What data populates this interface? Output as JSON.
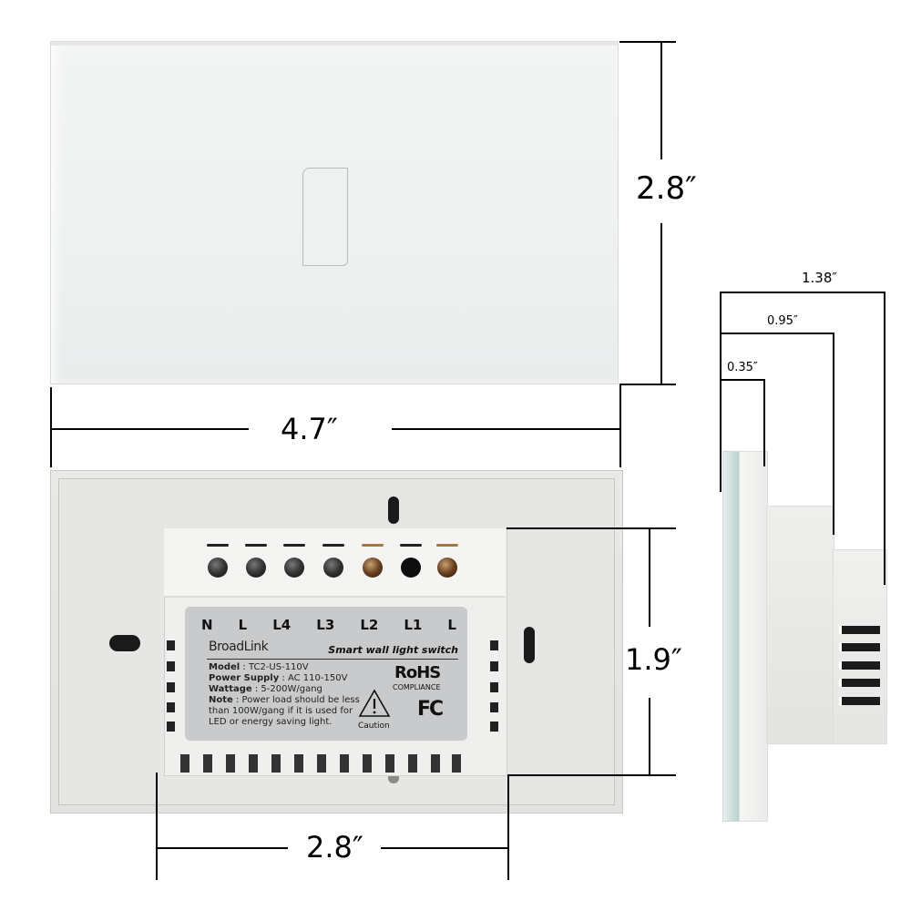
{
  "front_view": {
    "width_label": "4.7″",
    "height_label": "2.8″",
    "touch_keys": 1
  },
  "back_view": {
    "terminal_height_label": "1.9″",
    "terminal_width_label": "2.8″",
    "terminals": [
      "N",
      "L",
      "L4",
      "L3",
      "L2",
      "L1",
      "L"
    ],
    "label": {
      "brand": "BroadLink",
      "product": "Smart wall light switch",
      "model_key": "Model",
      "model_value": ": TC2-US-110V",
      "power_key": "Power Supply",
      "power_value": ": AC 110-150V",
      "wattage_key": "Wattage",
      "wattage_value": ": 5-200W/gang",
      "note_key": "Note",
      "note_line1": ": Power load should be less",
      "note_line2": "than 100W/gang if it is used for",
      "note_line3": "LED or energy saving light.",
      "rohs": "RoHS",
      "compliance": "COMPLIANCE",
      "fc": "FC",
      "caution": "Caution"
    }
  },
  "side_view": {
    "depth_total": "1.38″",
    "depth_mid": "0.95″",
    "depth_glass": "0.35″"
  },
  "colors": {
    "background": "#ffffff",
    "dimension_lines": "#000000",
    "label_plate": "#c9cacb",
    "glass_edge": "#b4d0cc"
  }
}
